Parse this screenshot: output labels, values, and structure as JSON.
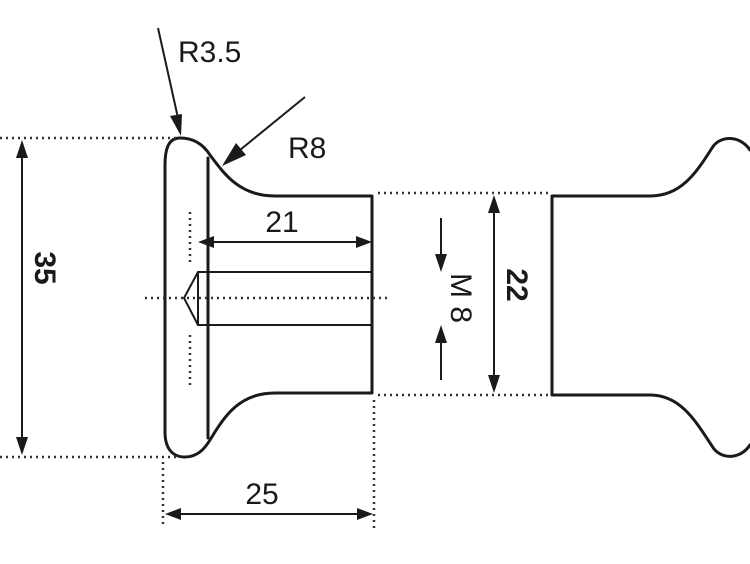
{
  "drawing": {
    "dimensions": {
      "overall_diameter": "35",
      "head_fillet_radius": "R3.5",
      "neck_fillet_radius": "R8",
      "thread_depth": "21",
      "thread_size": "M 8",
      "shank_diameter": "22",
      "body_length": "25"
    }
  }
}
